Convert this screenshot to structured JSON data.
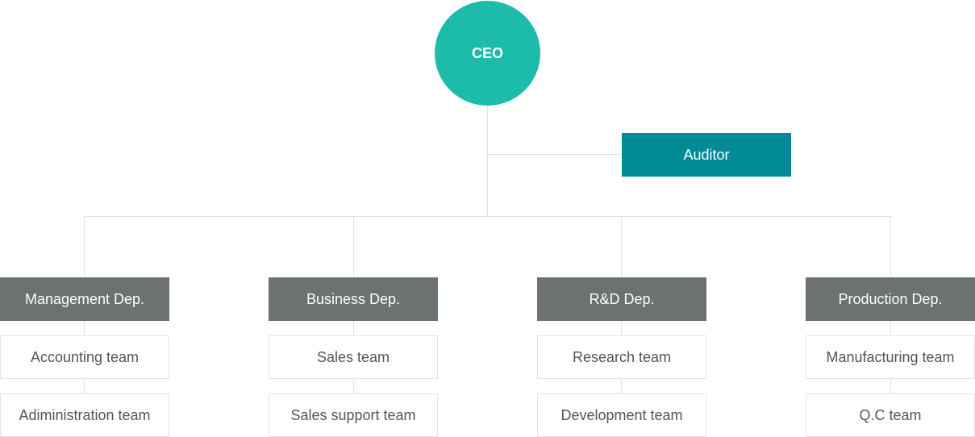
{
  "chart": {
    "ceo_label": "CEO",
    "auditor_label": "Auditor",
    "departments": [
      {
        "label": "Management Dep.",
        "teams": [
          "Accounting team",
          "Adiministration team"
        ]
      },
      {
        "label": "Business Dep.",
        "teams": [
          "Sales team",
          "Sales support team"
        ]
      },
      {
        "label": "R&D Dep.",
        "teams": [
          "Research team",
          "Development team"
        ]
      },
      {
        "label": "Production Dep.",
        "teams": [
          "Manufacturing team",
          "Q.C team"
        ]
      }
    ]
  },
  "colors": {
    "ceo": "#1dbcaa",
    "auditor": "#008b96",
    "department": "#6c7172",
    "team_border": "#e3e3e3",
    "connector": "#e1e1e1"
  }
}
